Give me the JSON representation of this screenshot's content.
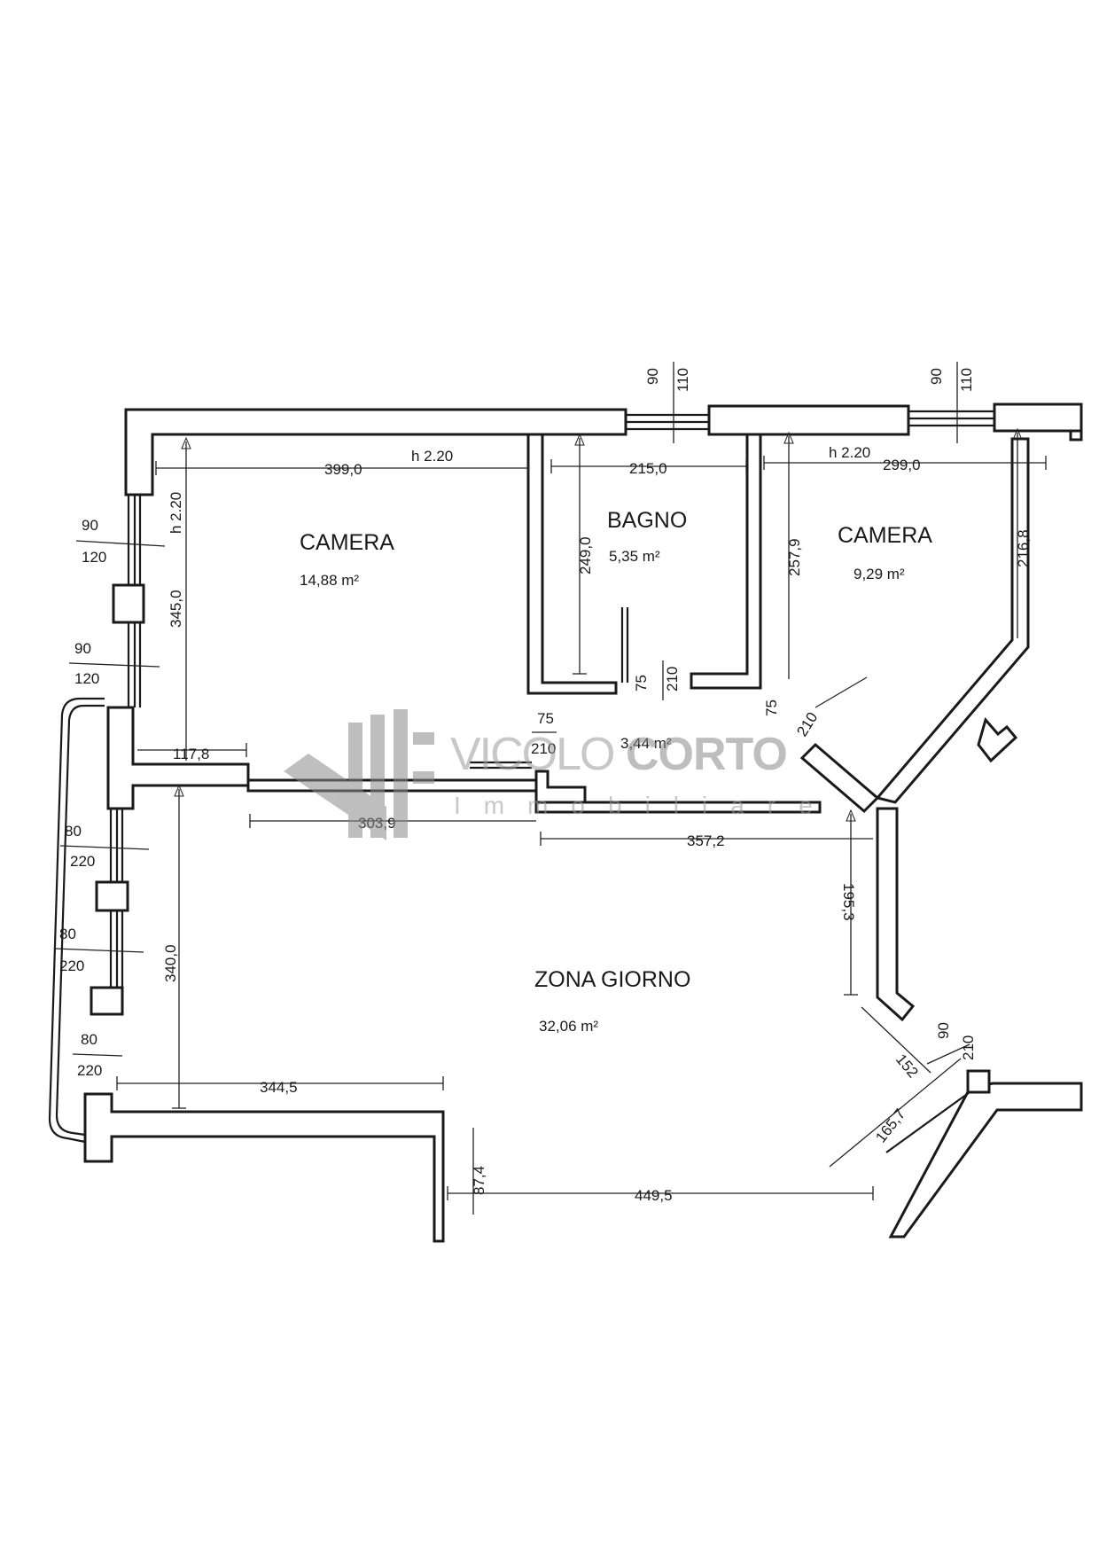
{
  "rooms": {
    "camera_left": {
      "name": "CAMERA",
      "area": "14,88 m²",
      "height": "h 2.20",
      "height_side": "h 2.20"
    },
    "bagno": {
      "name": "BAGNO",
      "area": "5,35 m²"
    },
    "camera_right": {
      "name": "CAMERA",
      "area": "9,29 m²",
      "height": "h 2.20"
    },
    "disimpegno": {
      "area": "3,44 m²"
    },
    "zona_giorno": {
      "name": "ZONA GIORNO",
      "area": "32,06 m²"
    }
  },
  "dimensions": {
    "camera_left_width": "399,0",
    "camera_left_depth": "345,0",
    "camera_left_stub": "117,8",
    "bagno_width": "215,0",
    "bagno_depth": "249,0",
    "camera_right_width": "299,0",
    "camera_right_depth_left": "257,9",
    "camera_right_depth_right": "216,8",
    "corridor_left": "303,9",
    "corridor_right": "357,2",
    "giorno_depth": "340,0",
    "giorno_top_right": "195,3",
    "giorno_bottom_left": "344,5",
    "giorno_bottom": "449,5",
    "giorno_step": "87,4",
    "giorno_diag_short": "152",
    "giorno_diag_long": "165,7"
  },
  "openings": {
    "top_window_1": {
      "w": "90",
      "h": "110"
    },
    "top_window_2": {
      "w": "90",
      "h": "110"
    },
    "left_window_1": {
      "w": "90",
      "h": "120"
    },
    "left_window_2": {
      "w": "90",
      "h": "120"
    },
    "left_window_3": {
      "w": "80",
      "h": "220"
    },
    "left_window_4": {
      "w": "80",
      "h": "220"
    },
    "left_window_5": {
      "w": "80",
      "h": "220"
    },
    "bagno_door": {
      "w": "75",
      "h": "210"
    },
    "camera_left_door": {
      "w": "75",
      "h": "210"
    },
    "camera_right_door": {
      "w": "75",
      "h": "210"
    },
    "entrance_door": {
      "w": "90",
      "h": "210"
    }
  },
  "watermark": {
    "brand_light": "VICOLO",
    "brand_bold": "CORTO",
    "tagline": "Immobiliare",
    "color": "#9a9a9a"
  },
  "colors": {
    "walls": "#1a1a1a",
    "background": "#ffffff"
  }
}
